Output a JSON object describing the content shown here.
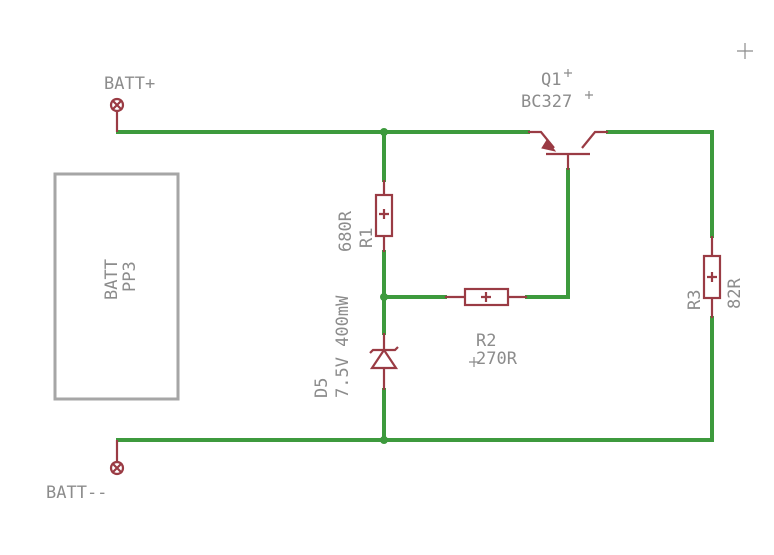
{
  "components": {
    "batt_plus_label": "BATT+",
    "batt_minus_label": "BATT--",
    "q1_name": "Q1",
    "q1_value": "BC327",
    "r1_name": "R1",
    "r1_value": "680R",
    "r2_name": "R2",
    "r2_value": "270R",
    "r3_name": "R3",
    "r3_value": "82R",
    "d5_name": "D5",
    "d5_value": "7.5V 400mW",
    "batt_name": "BATT",
    "batt_value": "PP3"
  },
  "colors": {
    "wire": "#3d9a3d",
    "part": "#9a3b44",
    "label": "#8c8c8c"
  }
}
